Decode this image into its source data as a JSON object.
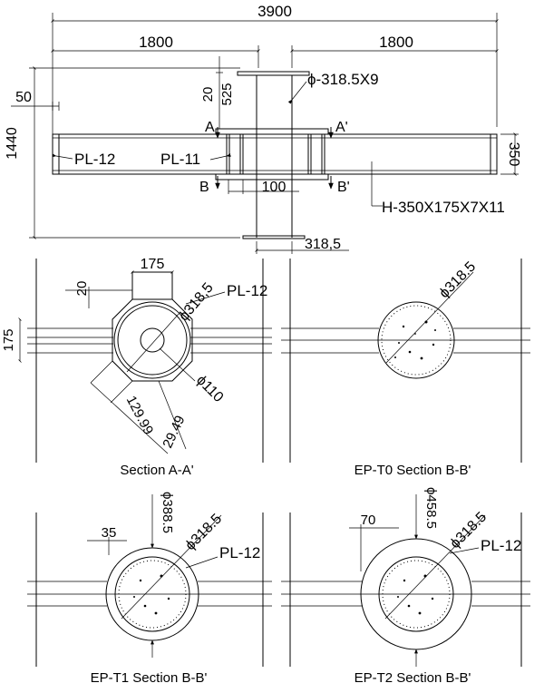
{
  "elevation": {
    "dims": {
      "total_width": "3900",
      "left_span": "1800",
      "right_span": "1800",
      "plate_offset": "50",
      "top_thk": "20",
      "stub_len": "525",
      "height": "1440",
      "beam_depth": "350",
      "gap": "100",
      "col_width": "318,5"
    },
    "labels": {
      "pipe": "ϕ-318.5X9",
      "plate_left": "PL-12",
      "plate_inner": "PL-11",
      "beam": "H-350X175X7X11",
      "sec_a": "A",
      "sec_a2": "A'",
      "sec_b": "B",
      "sec_b2": "B'"
    }
  },
  "sections": [
    {
      "title": "Section A-A'",
      "dims": {
        "d1": "175",
        "d2": "20",
        "d3": "175",
        "dia": "ϕ318,5",
        "inner": "ϕ110",
        "diag1": "129.99",
        "diag2": "29.49"
      },
      "plate": "PL-12"
    },
    {
      "title": "EP-T0 Section B-B'",
      "dims": {
        "dia": "ϕ318.5"
      }
    },
    {
      "title": "EP-T1 Section B-B'",
      "dims": {
        "outer": "ϕ388.5",
        "dia": "ϕ318.5",
        "w": "35"
      },
      "plate": "PL-12"
    },
    {
      "title": "EP-T2 Section B-B'",
      "dims": {
        "outer": "ϕ458.5",
        "dia": "ϕ318.5",
        "w": "70"
      },
      "plate": "PL-12"
    }
  ]
}
